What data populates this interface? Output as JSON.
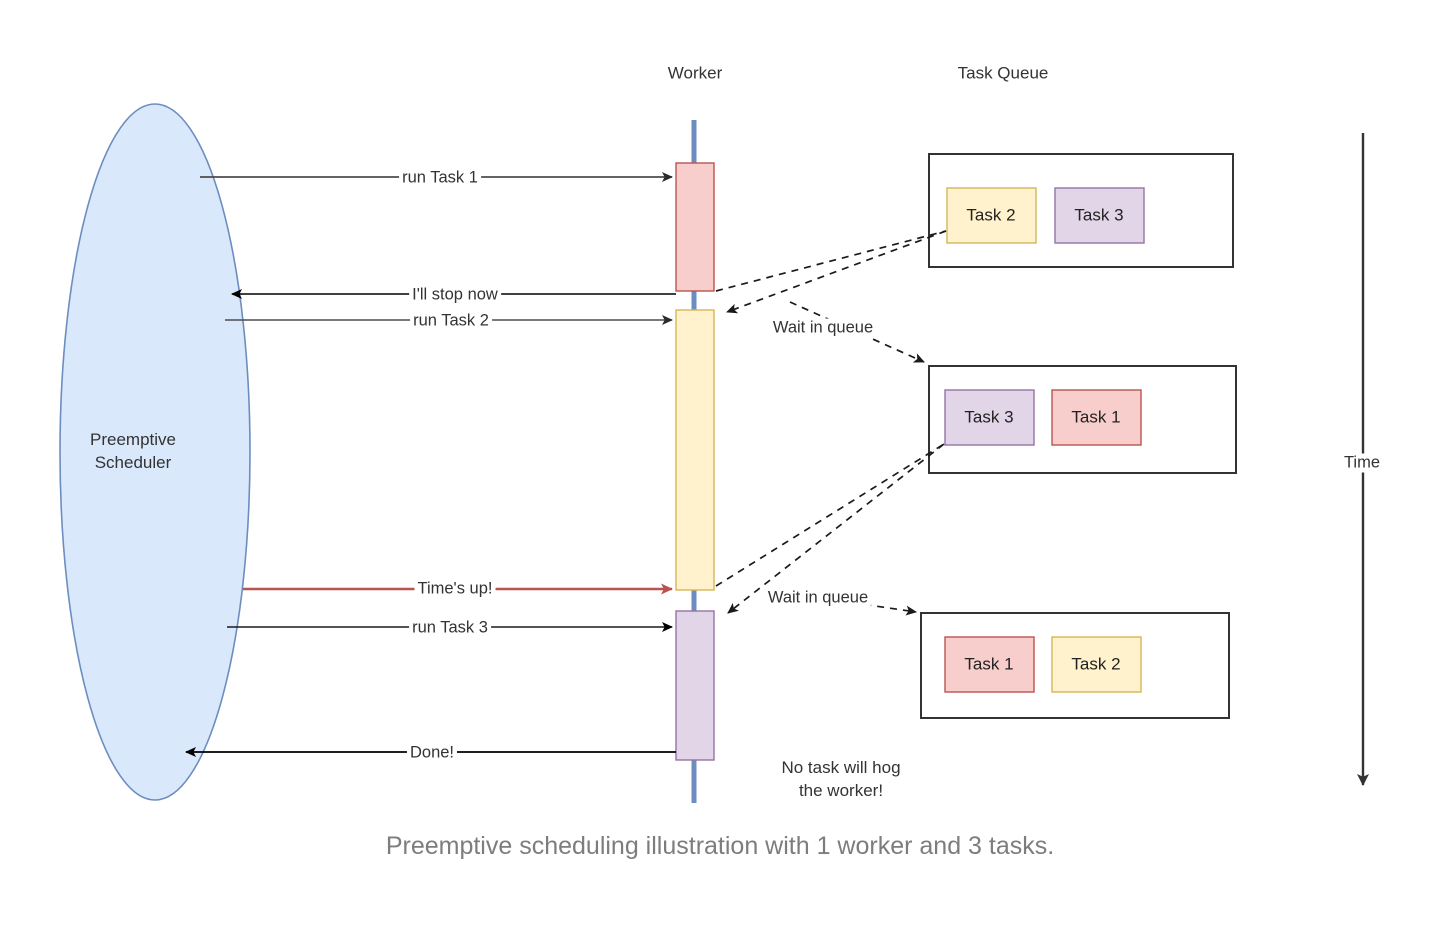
{
  "diagram": {
    "caption": "Preemptive scheduling illustration with 1 worker and 3 tasks.",
    "actors": {
      "scheduler_label": "Preemptive\nScheduler",
      "worker_header": "Worker",
      "queue_header": "Task Queue",
      "time_axis_label": "Time"
    },
    "messages": [
      {
        "id": "run-task-1",
        "label": "run Task 1",
        "direction": "right",
        "color": "#4d4d4d"
      },
      {
        "id": "ill-stop-now",
        "label": "I'll stop now",
        "direction": "left",
        "color": "#000000"
      },
      {
        "id": "run-task-2",
        "label": "run Task 2",
        "direction": "right",
        "color": "#4d4d4d"
      },
      {
        "id": "times-up",
        "label": "Time's up!",
        "direction": "right",
        "color": "#b85450"
      },
      {
        "id": "run-task-3",
        "label": "run Task 3",
        "direction": "right",
        "color": "#000000"
      },
      {
        "id": "done",
        "label": "Done!",
        "direction": "left",
        "color": "#000000"
      }
    ],
    "wait_labels": [
      {
        "id": "wait-in-queue-1",
        "label": "Wait in queue"
      },
      {
        "id": "wait-in-queue-2",
        "label": "Wait in queue"
      }
    ],
    "note": "No task will hog\nthe worker!",
    "activations": [
      {
        "id": "activation-task-1",
        "task": "Task 1",
        "fill": "#f8cecc",
        "stroke": "#b85450"
      },
      {
        "id": "activation-task-2",
        "task": "Task 2",
        "fill": "#fff2cc",
        "stroke": "#d6b656"
      },
      {
        "id": "activation-task-3",
        "task": "Task 3",
        "fill": "#e1d5e7",
        "stroke": "#9673a6"
      }
    ],
    "queues": [
      {
        "id": "queue-state-1",
        "tasks": [
          {
            "label": "Task 2",
            "fill": "#fff2cc",
            "stroke": "#d6b656"
          },
          {
            "label": "Task 3",
            "fill": "#e1d5e7",
            "stroke": "#9673a6"
          }
        ]
      },
      {
        "id": "queue-state-2",
        "tasks": [
          {
            "label": "Task 3",
            "fill": "#e1d5e7",
            "stroke": "#9673a6"
          },
          {
            "label": "Task 1",
            "fill": "#f8cecc",
            "stroke": "#b85450"
          }
        ]
      },
      {
        "id": "queue-state-3",
        "tasks": [
          {
            "label": "Task 1",
            "fill": "#f8cecc",
            "stroke": "#b85450"
          },
          {
            "label": "Task 2",
            "fill": "#fff2cc",
            "stroke": "#d6b656"
          }
        ]
      }
    ],
    "colors": {
      "scheduler_fill": "#dae8fc",
      "scheduler_stroke": "#6c8ebf",
      "lifeline": "#6c8ebf",
      "queue_border": "#333333",
      "time_axis": "#333333",
      "caption_text": "#7d7d7d"
    }
  }
}
